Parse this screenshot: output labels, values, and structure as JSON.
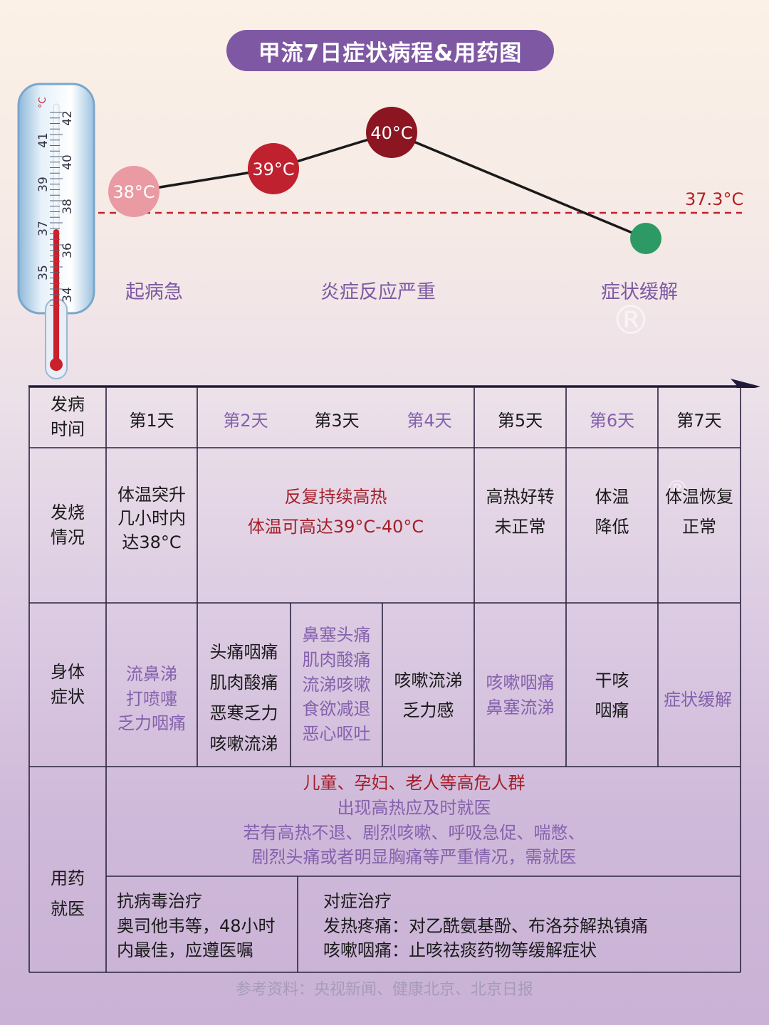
{
  "title": "甲流7日症状病程&用药图",
  "thermometer": {
    "unit": "°C",
    "ticks": [
      "42",
      "41",
      "40",
      "39",
      "38",
      "37",
      "36",
      "35",
      "34"
    ],
    "mercury_level": 37
  },
  "chart_data": {
    "type": "line",
    "x": [
      "第1天",
      "第3天",
      "第4天",
      "第6天"
    ],
    "values": [
      38,
      39,
      40,
      37
    ],
    "point_labels": [
      "38°C",
      "39°C",
      "40°C",
      ""
    ],
    "point_colors": [
      "#e99aa2",
      "#c0212f",
      "#8b1520",
      "#2d9a66"
    ],
    "reference": {
      "value": 37.3,
      "label": "37.3°C",
      "color": "#c0212f"
    }
  },
  "stages": [
    "起病急",
    "炎症反应严重",
    "症状缓解"
  ],
  "table": {
    "headers": {
      "time": [
        "发病",
        "时间"
      ],
      "fever": [
        "发烧",
        "情况"
      ],
      "symptom": [
        "身体",
        "症状"
      ],
      "medicine": [
        "用药",
        "就医"
      ]
    },
    "days": [
      "第1天",
      "第2天",
      "第3天",
      "第4天",
      "第5天",
      "第6天",
      "第7天"
    ],
    "fever": {
      "day1": [
        "体温突升",
        "几小时内",
        "达38°C"
      ],
      "day2_4": [
        "反复持续高热",
        "体温可高达39°C-40°C"
      ],
      "day5": [
        "高热好转",
        "未正常"
      ],
      "day6": [
        "体温",
        "降低"
      ],
      "day7": [
        "体温恢复",
        "正常"
      ]
    },
    "symptoms": {
      "day1": [
        "流鼻涕",
        "打喷嚏",
        "乏力咽痛"
      ],
      "day2": [
        "头痛咽痛",
        "肌肉酸痛",
        "恶寒乏力",
        "咳嗽流涕"
      ],
      "day3": [
        "鼻塞头痛",
        "肌肉酸痛",
        "流涕咳嗽",
        "食欲减退",
        "恶心呕吐"
      ],
      "day4": [
        "咳嗽流涕",
        "乏力感"
      ],
      "day5": [
        "咳嗽咽痛",
        "鼻塞流涕"
      ],
      "day6": [
        "干咳",
        "咽痛"
      ],
      "day7": [
        "症状缓解"
      ]
    },
    "medicine": {
      "advice_red": "儿童、孕妇、老人等高危人群",
      "advice": [
        "出现高热应及时就医",
        "若有高热不退、剧烈咳嗽、呼吸急促、喘憋、",
        "剧烈头痛或者明显胸痛等严重情况，需就医"
      ],
      "antiviral": [
        "抗病毒治疗",
        "奥司他韦等，48小时",
        "内最佳，应遵医嘱"
      ],
      "symptomatic": [
        "对症治疗",
        "发热疼痛：对乙酰氨基酚、布洛芬解热镇痛",
        "咳嗽咽痛：止咳祛痰药物等缓解症状"
      ]
    }
  },
  "footer": "参考资料：央视新闻、健康北京、北京日报",
  "colors": {
    "accent": "#7f58a4",
    "grid": "#2b2340",
    "red": "#a51e28"
  }
}
